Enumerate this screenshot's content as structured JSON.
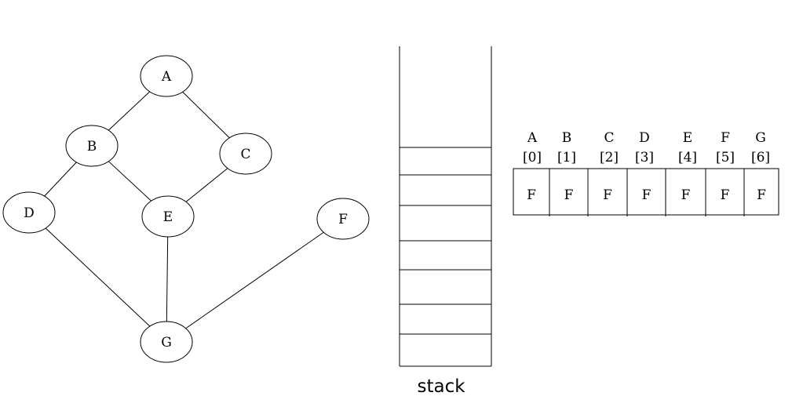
{
  "graph": {
    "nodes": [
      {
        "id": "A",
        "label": "A"
      },
      {
        "id": "B",
        "label": "B"
      },
      {
        "id": "C",
        "label": "C"
      },
      {
        "id": "D",
        "label": "D"
      },
      {
        "id": "E",
        "label": "E"
      },
      {
        "id": "F",
        "label": "F"
      },
      {
        "id": "G",
        "label": "G"
      }
    ],
    "edges": [
      [
        "A",
        "B"
      ],
      [
        "A",
        "C"
      ],
      [
        "B",
        "D"
      ],
      [
        "B",
        "E"
      ],
      [
        "C",
        "E"
      ],
      [
        "D",
        "G"
      ],
      [
        "E",
        "G"
      ],
      [
        "F",
        "G"
      ]
    ]
  },
  "stack": {
    "label": "stack",
    "slots": 7
  },
  "visited_array": {
    "names": [
      "A",
      "B",
      "C",
      "D",
      "E",
      "F",
      "G"
    ],
    "indices": [
      "[0]",
      "[1]",
      "[2]",
      "[3]",
      "[4]",
      "[5]",
      "[6]"
    ],
    "values": [
      "F",
      "F",
      "F",
      "F",
      "F",
      "F",
      "F"
    ]
  }
}
